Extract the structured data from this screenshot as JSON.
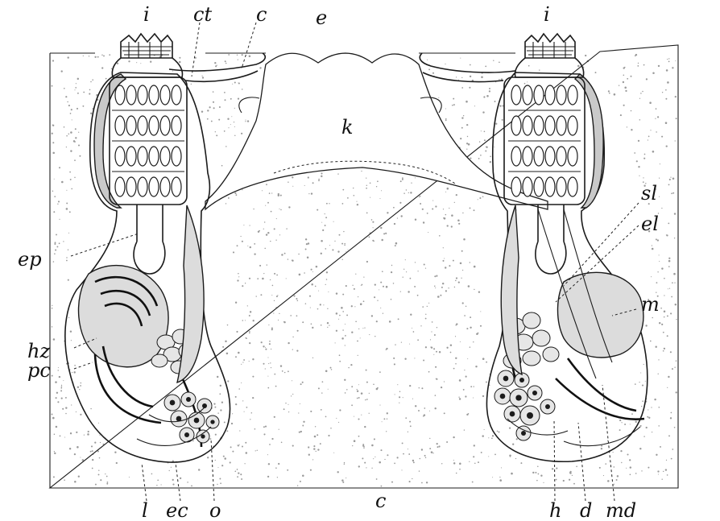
{
  "labels": {
    "i": "i",
    "ct": "ct",
    "c": "c",
    "e": "e",
    "k": "k",
    "sl": "sl",
    "el": "el",
    "m": "m",
    "ep": "ep",
    "hz": "hz",
    "pc": "pc",
    "l": "l",
    "ec": "ec",
    "o": "o",
    "h": "h",
    "d": "d",
    "md": "md"
  },
  "colors": {
    "ink": "#1b1b1b",
    "stipple": "#9a9a9a",
    "shade": "#c9c9c9",
    "background": "#ffffff"
  }
}
